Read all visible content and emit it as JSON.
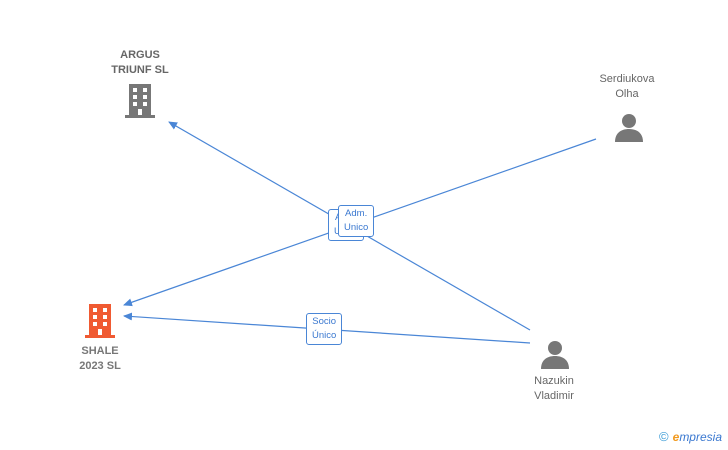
{
  "nodes": {
    "argus": {
      "label": "ARGUS\nTRIUNF  SL",
      "type": "company"
    },
    "shale": {
      "label": "SHALE\n2023  SL",
      "type": "company",
      "color": "#f05a32"
    },
    "serdiukova": {
      "label": "Serdiukova\nOlha",
      "type": "person"
    },
    "nazukin": {
      "label": "Nazukin\nVladimir",
      "type": "person"
    }
  },
  "edges": {
    "adm_unico": {
      "label": "Adm.\nUnico"
    },
    "socio_unico": {
      "label": "Socio\nÚnico"
    }
  },
  "colors": {
    "edge": "#4a86d6",
    "icon": "#777777",
    "highlight": "#f05a32"
  },
  "watermark": {
    "copyright": "©",
    "brand_first": "e",
    "brand_rest": "mpresia"
  }
}
